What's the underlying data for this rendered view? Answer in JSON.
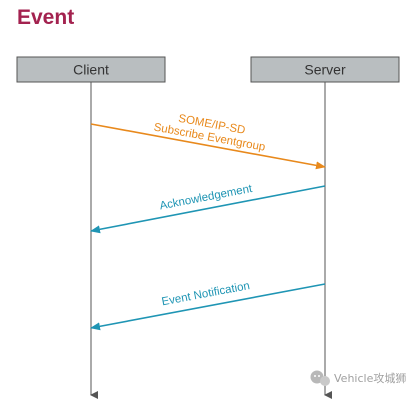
{
  "title": "Event",
  "actors": [
    {
      "id": "client",
      "label": "Client"
    },
    {
      "id": "server",
      "label": "Server"
    }
  ],
  "messages": [
    {
      "from": "client",
      "to": "server",
      "label_lines": [
        "SOME/IP-SD",
        "Subscribe Eventgroup"
      ],
      "color": "#e8891c"
    },
    {
      "from": "server",
      "to": "client",
      "label_lines": [
        "Acknowledgement"
      ],
      "color": "#1f95b4"
    },
    {
      "from": "server",
      "to": "client",
      "label_lines": [
        "Event Notification"
      ],
      "color": "#1f95b4"
    }
  ],
  "watermark": {
    "text": "Vehicle攻城狮",
    "icon": "wechat-icon"
  },
  "colors": {
    "title": "#a3224f",
    "actor_fill": "#b9bec0",
    "actor_stroke": "#555555",
    "lifeline": "#555555",
    "text": "#333333",
    "watermark": "#a0a0a0"
  }
}
